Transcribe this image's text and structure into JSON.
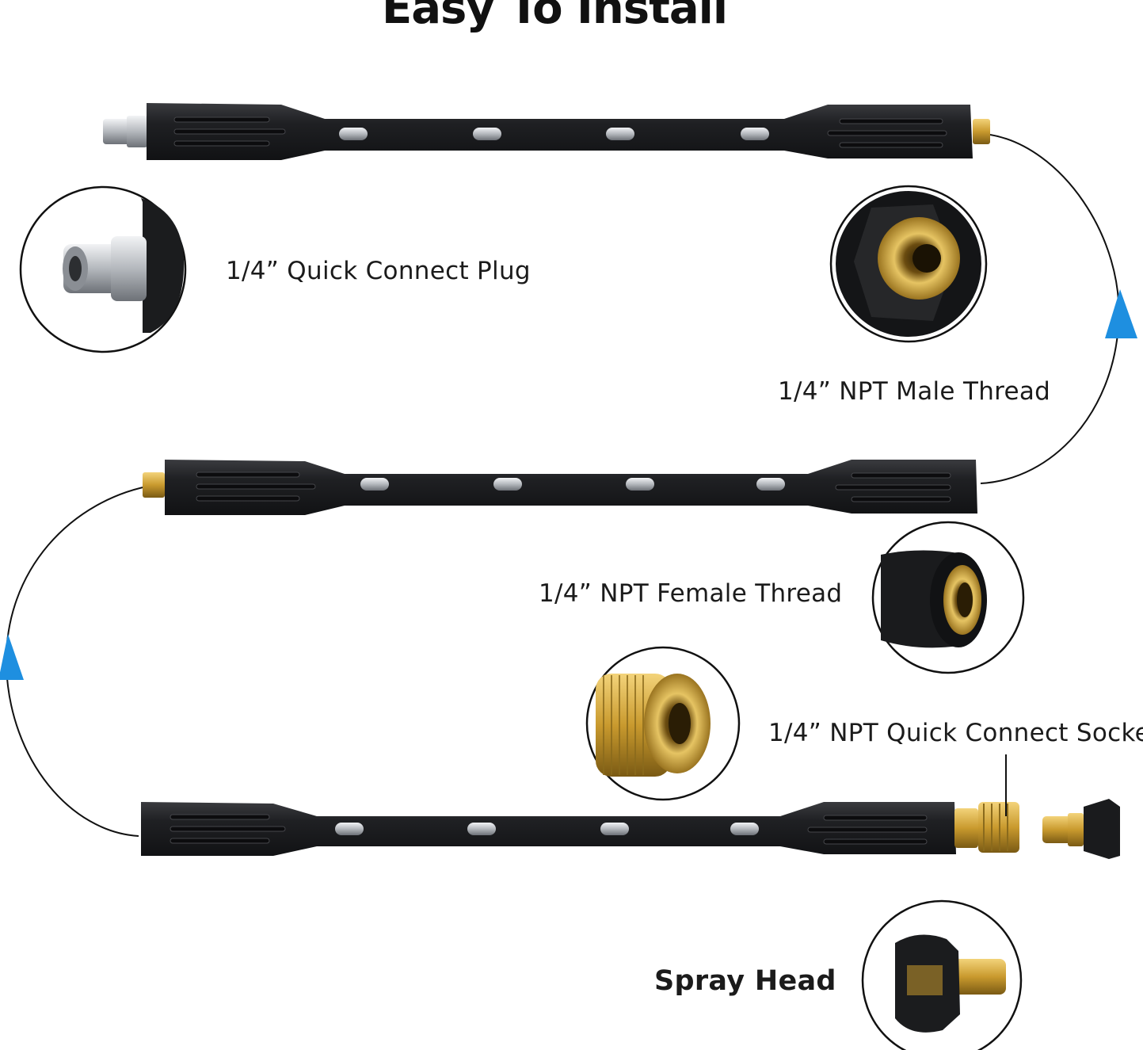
{
  "title": "Easy To Install",
  "labels": {
    "quick_connect_plug": "1/4” Quick  Connect  Plug",
    "npt_male_thread": "1/4” NPT Male Thread",
    "npt_female_thread": "1/4” NPT Female Thread",
    "quick_connect_socket": "1/4” NPT Quick Connect Socke",
    "spray_head": "Spray Head"
  },
  "colors": {
    "background": "#ffffff",
    "wand": "#1e1f22",
    "brass": "#c9a23a",
    "arrow": "#1e8fe0",
    "steel": "#c8cbcf"
  }
}
